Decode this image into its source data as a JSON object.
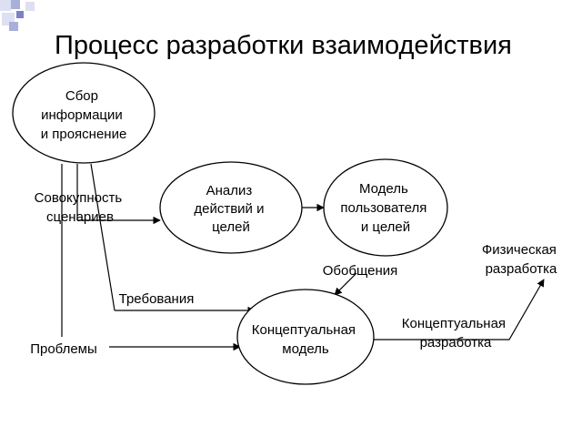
{
  "slide": {
    "title": "Процесс разработки взаимодействия"
  },
  "nodes": {
    "info": [
      "Сбор",
      "информации",
      "и прояснение"
    ],
    "analysis": [
      "Анализ",
      "действий и",
      "целей"
    ],
    "user_model": [
      "Модель",
      "пользователя",
      "и целей"
    ],
    "concept_model": [
      "Концептуальная",
      "модель"
    ]
  },
  "labels": {
    "scenarios": [
      "Совокупность",
      "сценариев"
    ],
    "generalizations": "Обобщения",
    "requirements": "Требования",
    "problems": "Проблемы",
    "concept_design": [
      "Концептуальная",
      "разработка"
    ],
    "physical_design": [
      "Физическая",
      "разработка"
    ]
  },
  "colors": {
    "deco_light": "#dde0f2",
    "deco_mid": "#a9afdb",
    "deco_dark": "#7a83c4",
    "line": "#000000"
  }
}
